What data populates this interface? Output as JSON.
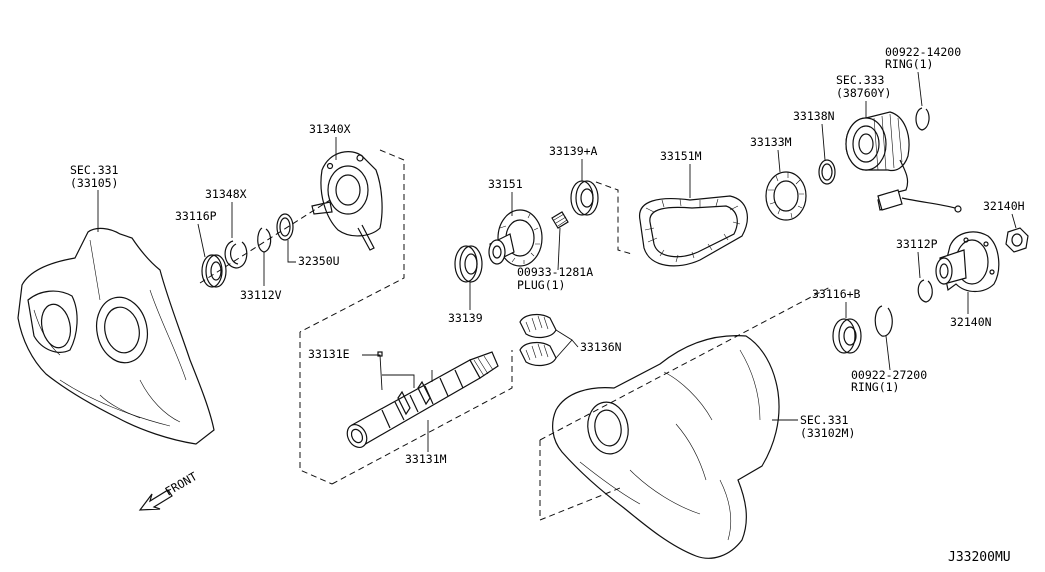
{
  "labels": {
    "sec331_top": "SEC.331",
    "sec331_top_sub": "(33105)",
    "p31348x": "31348X",
    "p33116p": "33116P",
    "p31340x": "31340X",
    "p32350u": "32350U",
    "p33112v": "33112V",
    "p33151": "33151",
    "p33139a": "33139+A",
    "p33151m": "33151M",
    "p33133m": "33133M",
    "p33138n": "33138N",
    "sec333": "SEC.333",
    "sec333_sub": "(38760Y)",
    "p00922_14200": "00922-14200",
    "ring1_top": "RING(1)",
    "p32140h": "32140H",
    "p33112p": "33112P",
    "p32140n": "32140N",
    "p00933": "00933-1281A",
    "plug1": "PLUG(1)",
    "p33139": "33139",
    "p33136n": "33136N",
    "p33116b": "33116+B",
    "p00922_27200": "00922-27200",
    "ring1_bottom": "RING(1)",
    "p33131e": "33131E",
    "p33131m": "33131M",
    "sec331_bottom": "SEC.331",
    "sec331_bottom_sub": "(33102M)",
    "front": "FRONT",
    "diagram_code": "J33200MU"
  }
}
